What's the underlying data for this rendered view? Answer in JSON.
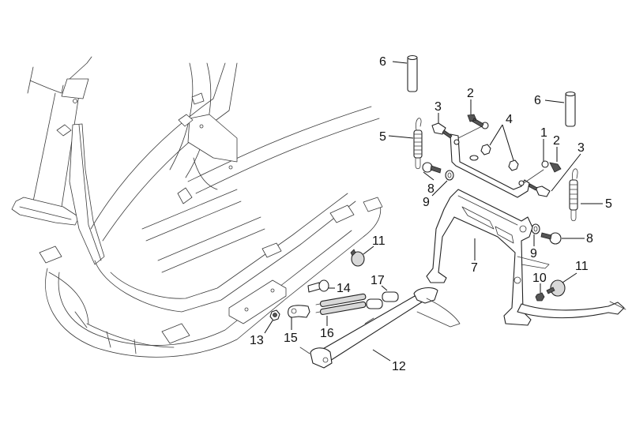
{
  "diagram": {
    "type": "exploded-parts-diagram",
    "subject": "scooter frame with center stand and side stand",
    "callouts": [
      {
        "id": "c6a",
        "label": "6",
        "part": "center-stand-bushing-left"
      },
      {
        "id": "c6b",
        "label": "6",
        "part": "center-stand-bushing-right"
      },
      {
        "id": "c2a",
        "label": "2",
        "part": "bolt-left"
      },
      {
        "id": "c2b",
        "label": "2",
        "part": "bolt-right"
      },
      {
        "id": "c3a",
        "label": "3",
        "part": "spacer-screw-left"
      },
      {
        "id": "c3b",
        "label": "3",
        "part": "spacer-screw-right"
      },
      {
        "id": "c4",
        "label": "4",
        "part": "nuts"
      },
      {
        "id": "c1",
        "label": "1",
        "part": "bracket"
      },
      {
        "id": "c5a",
        "label": "5",
        "part": "spring-left"
      },
      {
        "id": "c5b",
        "label": "5",
        "part": "spring-right"
      },
      {
        "id": "c8a",
        "label": "8",
        "part": "pivot-bolt-left"
      },
      {
        "id": "c8b",
        "label": "8",
        "part": "pivot-bolt-right"
      },
      {
        "id": "c9a",
        "label": "9",
        "part": "washer-left"
      },
      {
        "id": "c9b",
        "label": "9",
        "part": "washer-right"
      },
      {
        "id": "c7",
        "label": "7",
        "part": "center-stand"
      },
      {
        "id": "c10",
        "label": "10",
        "part": "nut-small"
      },
      {
        "id": "c11a",
        "label": "11",
        "part": "rubber-stop-frame"
      },
      {
        "id": "c11b",
        "label": "11",
        "part": "rubber-stop-stand"
      },
      {
        "id": "c12",
        "label": "12",
        "part": "side-stand"
      },
      {
        "id": "c13",
        "label": "13",
        "part": "lock-nut"
      },
      {
        "id": "c14",
        "label": "14",
        "part": "side-stand-pivot-bolt"
      },
      {
        "id": "c15",
        "label": "15",
        "part": "spring-plate"
      },
      {
        "id": "c16",
        "label": "16",
        "part": "side-stand-springs"
      },
      {
        "id": "c17",
        "label": "17",
        "part": "spring-sleeves"
      }
    ]
  }
}
